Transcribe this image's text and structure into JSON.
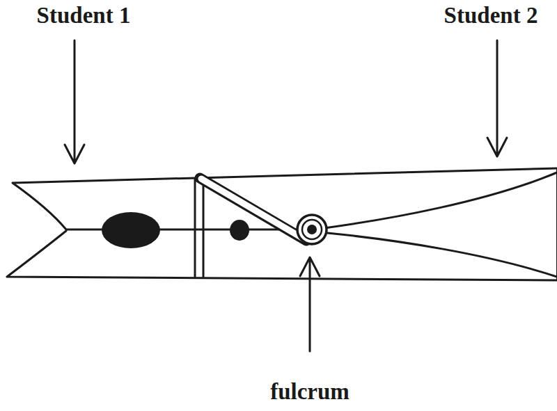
{
  "diagram": {
    "labels": [
      "Student 1",
      "Student 2",
      "fulcrum"
    ]
  }
}
